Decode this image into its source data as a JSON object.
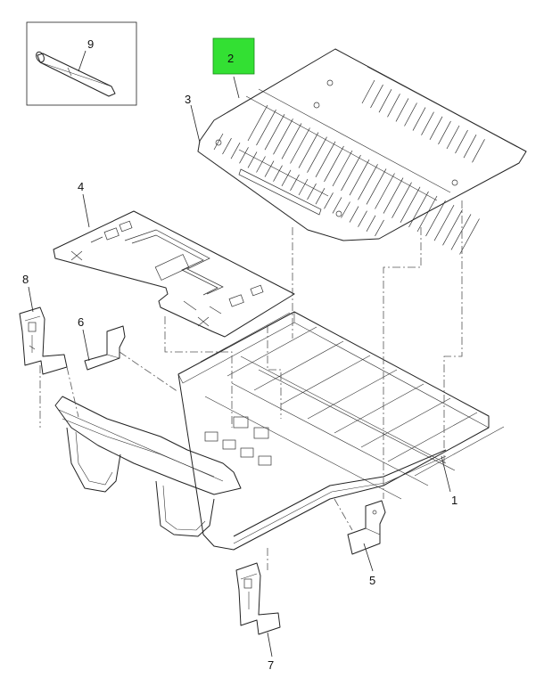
{
  "callouts": {
    "c1": "1",
    "c2": "2",
    "c3": "3",
    "c4": "4",
    "c5": "5",
    "c6": "6",
    "c7": "7",
    "c8": "8",
    "c9": "9"
  },
  "colors": {
    "highlight": "#33e033",
    "line": "#222222",
    "background": "#ffffff"
  }
}
